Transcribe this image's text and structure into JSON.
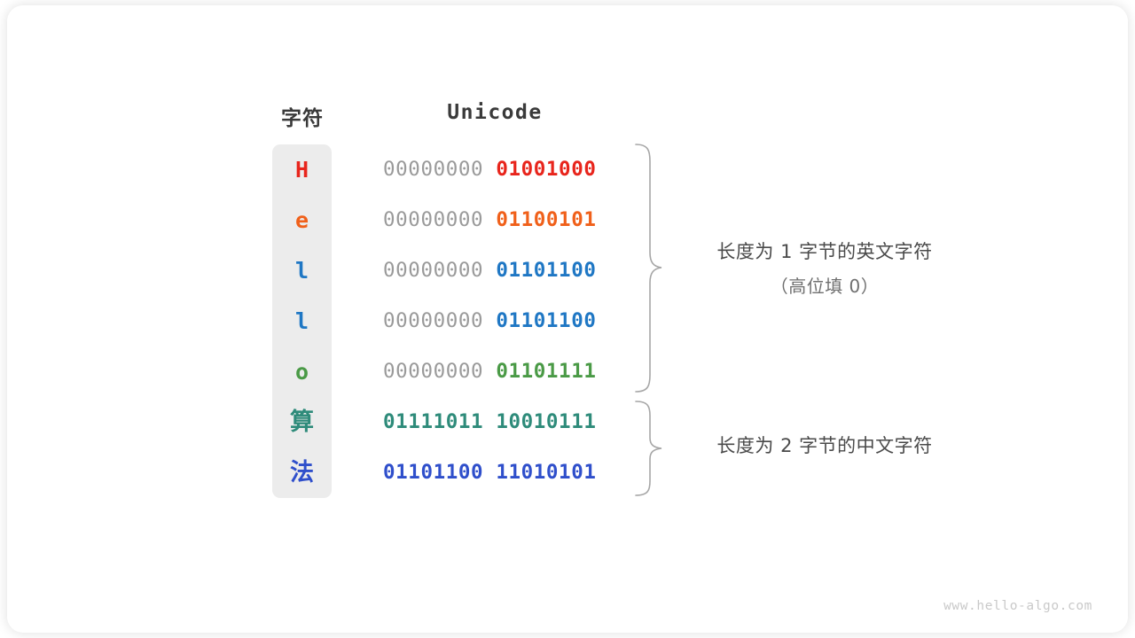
{
  "headers": {
    "character": "字符",
    "unicode": "Unicode"
  },
  "rows": [
    {
      "char": "H",
      "script": "latin",
      "color": "#E8251C",
      "high": "00000000",
      "low": "01001000",
      "bytes": 1
    },
    {
      "char": "e",
      "script": "latin",
      "color": "#F0601A",
      "high": "00000000",
      "low": "01100101",
      "bytes": 1
    },
    {
      "char": "l",
      "script": "latin",
      "color": "#1F77C4",
      "high": "00000000",
      "low": "01101100",
      "bytes": 1
    },
    {
      "char": "l",
      "script": "latin",
      "color": "#1F77C4",
      "high": "00000000",
      "low": "01101100",
      "bytes": 1
    },
    {
      "char": "o",
      "script": "latin",
      "color": "#4A9A46",
      "high": "00000000",
      "low": "01101111",
      "bytes": 1
    },
    {
      "char": "算",
      "script": "cjk",
      "color": "#2E8B7A",
      "high": "01111011",
      "low": "10010111",
      "bytes": 2
    },
    {
      "char": "法",
      "script": "cjk",
      "color": "#2F4FCB",
      "high": "01101100",
      "low": "11010101",
      "bytes": 2
    }
  ],
  "annotations": [
    {
      "line1": "长度为 1 字节的英文字符",
      "line2": "（高位填 0）"
    },
    {
      "line1": "长度为 2 字节的中文字符",
      "line2": ""
    }
  ],
  "watermark": "www.hello-algo.com",
  "colors": {
    "strip_background": "#ececec",
    "high_bits": "#9a9a9a",
    "brace": "#a6a6a6",
    "header_text": "#3a3a3a",
    "annotation_text": "#4a4a4a",
    "watermark_text": "#c9c9c9"
  }
}
